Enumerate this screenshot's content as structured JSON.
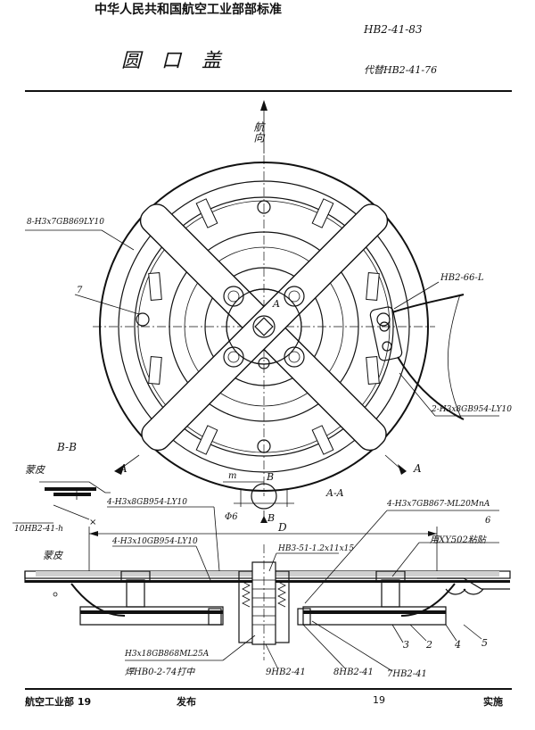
{
  "header": {
    "organization": "中华人民共和国航空工业部部标准",
    "title": "圆 口 盖",
    "standard_no": "HB2-41-83",
    "replaces": "代替HB2-41-76"
  },
  "plan_view": {
    "label_direction": "航向",
    "label_screw_top": "8-H3x7GB869LY10",
    "label_item7": "7",
    "label_hb": "HB2-66-L",
    "label_screw_side": "2-H3x8GB954-LY10",
    "label_a_center": "A",
    "label_a_left": "A",
    "label_a_right": "A",
    "label_b_top": "B",
    "label_b_bottom": "B",
    "label_m": "m",
    "label_phi": "Φ6",
    "label_x": "×"
  },
  "section_view": {
    "label_bb": "B-B",
    "label_mengpi_1": "蒙皮",
    "label_ref_hb": "10HB2-41-h",
    "label_aa": "A-A",
    "label_D": "D",
    "label_screw_1": "4-H3x8GB954-LY10",
    "label_screw_2": "4-H3x10GB954-LY10",
    "label_mengpi_2": "蒙皮",
    "label_hb3": "HB3-51-1.2x11x15",
    "label_screw_3": "4-H3x7GB867-ML20MnA",
    "label_item6": "6",
    "label_glue": "用XY502粘贴",
    "label_screw_4": "H3x18GB868ML25A",
    "label_weld": "焊HB0-2-74打中",
    "label_9hb": "9HB2-41",
    "label_8hb": "8HB2-41",
    "label_7hb": "7HB2-41",
    "item_numbers": [
      "3",
      "2",
      "4",
      "5"
    ]
  },
  "footer": {
    "issuer": "航空工业部 19",
    "issued": "发布",
    "year": "19",
    "implement": "实施"
  }
}
